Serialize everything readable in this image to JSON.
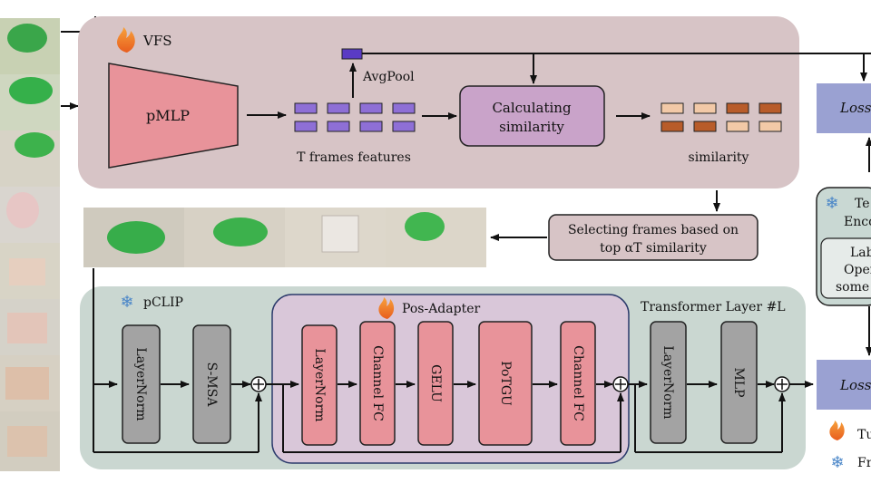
{
  "vfs": {
    "title": "VFS",
    "pmlp": "pMLP",
    "avgpool": "AvgPool",
    "frames_caption": "T frames features",
    "calc_line1": "Calculating",
    "calc_line2": "similarity",
    "similarity_caption": "similarity"
  },
  "selecting": {
    "line1": "Selecting frames based on",
    "line2": "top αT similarity"
  },
  "loss_top": "Loss",
  "loss_bottom": "Loss",
  "text_encoder": {
    "line1": "Te",
    "line2": "Enco",
    "label_line1": "Lab",
    "label_line2": "Oper",
    "label_line3": "some"
  },
  "pclip": {
    "title": "pCLIP",
    "layernorm1": "LayerNorm",
    "smsa": "S-MSA",
    "transformer_layer": "Transformer Layer #L",
    "layernorm2": "LayerNorm",
    "mlp": "MLP"
  },
  "pos_adapter": {
    "title": "Pos-Adapter",
    "layernorm": "LayerNorm",
    "channel_fc1": "Channel FC",
    "gelu": "GELU",
    "potgu": "PoTGU",
    "channel_fc2": "Channel FC"
  },
  "legend": {
    "tuned": "Tu",
    "frozen": "Fr"
  },
  "colors": {
    "vfs_bg": "#d7c4c6",
    "pclip_bg": "#cad7d1",
    "pos_adapter_bg": "#d9c7d9",
    "pink_block": "#e8939a",
    "gray_block": "#a3a3a3",
    "purple_feature": "#8e6fd6",
    "calc_box": "#c9a3c9",
    "loss_box": "#9aa1d2",
    "select_box": "#d7c4c6",
    "sim_light": "#f2c9a7",
    "sim_dark": "#b85c2a",
    "text_encoder_bg": "#c9d8d3"
  }
}
